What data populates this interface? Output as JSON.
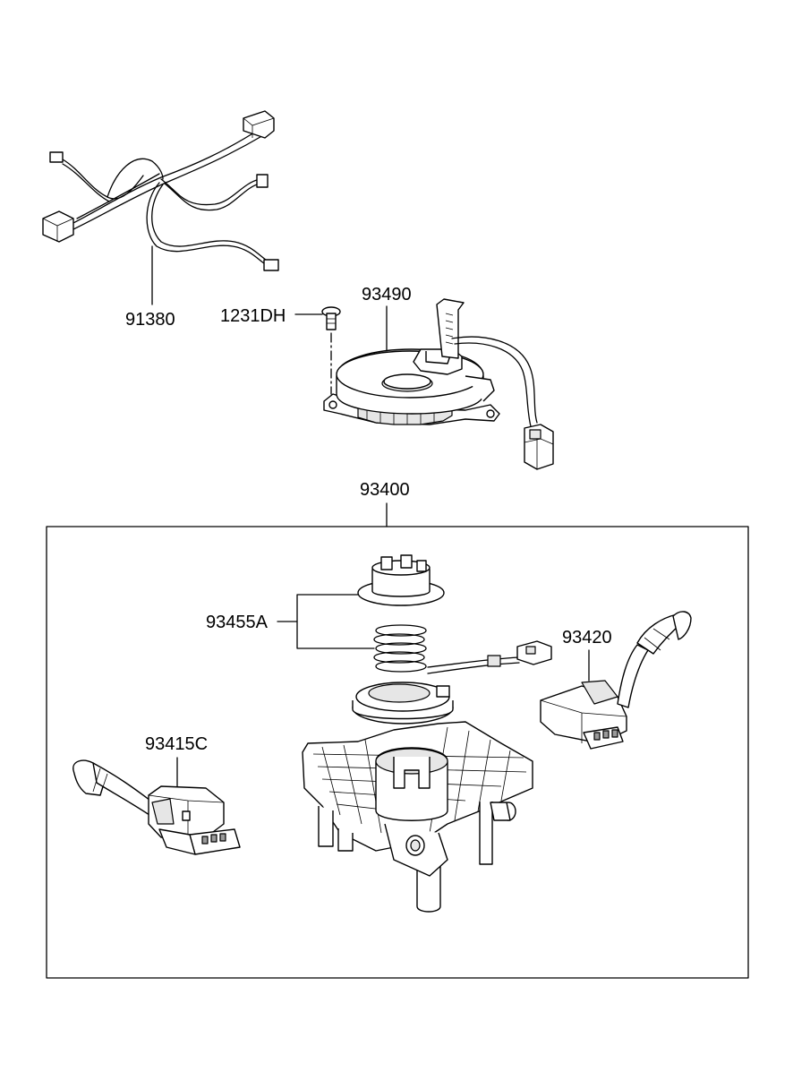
{
  "parts": {
    "p91380": "91380",
    "p1231DH": "1231DH",
    "p93490": "93490",
    "p93400": "93400",
    "p93455A": "93455A",
    "p93420": "93420",
    "p93415C": "93415C"
  }
}
